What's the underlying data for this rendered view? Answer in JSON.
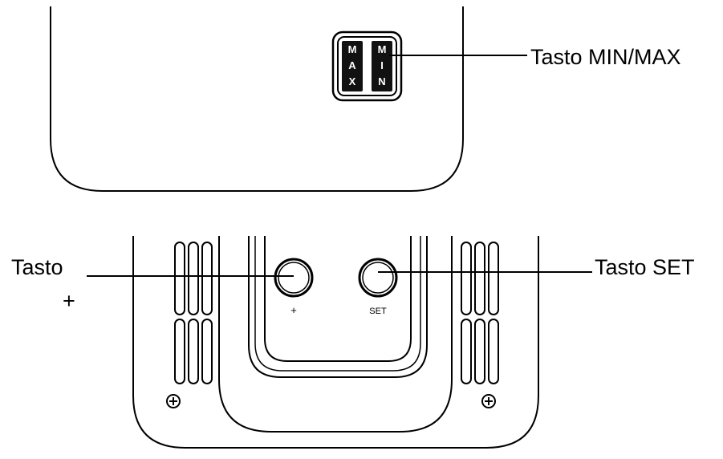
{
  "diagram": {
    "callouts": {
      "minmax": "Tasto MIN/MAX",
      "plus_line1": "Tasto",
      "plus_line2": "+",
      "set": "Tasto SET"
    },
    "key_letters": {
      "max": [
        "M",
        "A",
        "X"
      ],
      "min": [
        "M",
        "I",
        "N"
      ]
    },
    "button_labels": {
      "plus": "+",
      "set": "SET"
    },
    "colors": {
      "stroke": "#000000",
      "background": "#ffffff",
      "key_fill": "#111111",
      "key_text": "#ffffff"
    }
  }
}
